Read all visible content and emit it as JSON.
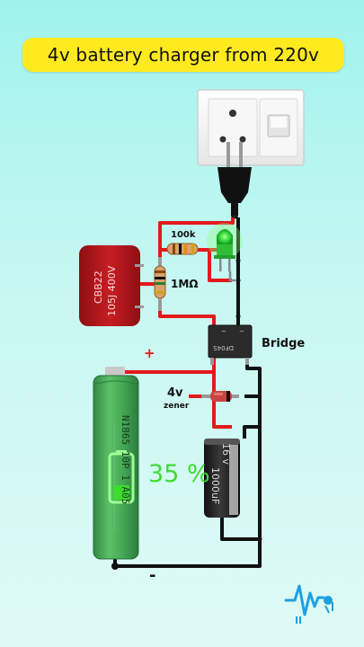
{
  "title": "4v battery charger from 220v",
  "labels": {
    "resistor_100k": "100k",
    "resistor_1m": "1MΩ",
    "bridge": "Bridge",
    "zener_voltage": "4v",
    "zener": "zener",
    "plus": "+",
    "minus": "-",
    "capacitor_text1": "CBB22",
    "capacitor_text2": "105J 400V",
    "bridge_marking": "DF04S",
    "electrolytic_text1": "16 v",
    "electrolytic_text2": "1000uF",
    "battery_text": "N1865 10P 1 A05",
    "charge_percent": "35 %"
  },
  "battery": {
    "charge_level": 0.35
  },
  "colors": {
    "title_bg": "#ffea1f",
    "wire_red": "#e3191b",
    "wire_black": "#111111",
    "capacitor_red": "#b9161b",
    "battery_green": "#45a556",
    "led_green": "#38e640",
    "charge_text": "#3ddc2e"
  }
}
